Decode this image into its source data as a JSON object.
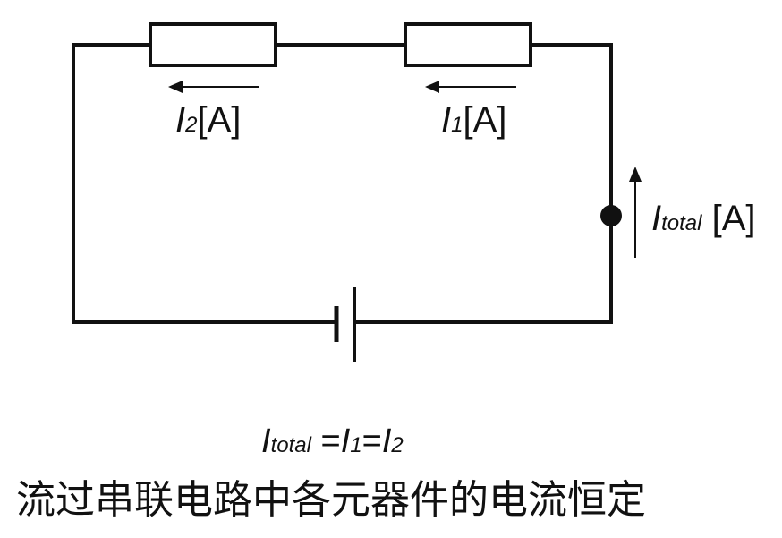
{
  "labels": {
    "i2": {
      "symbol": "I",
      "sub": "2",
      "unit": "[A]"
    },
    "i1": {
      "symbol": "I",
      "sub": "1",
      "unit": "[A]"
    },
    "itotal": {
      "symbol": "I",
      "sub": "total",
      "unit": "[A]"
    }
  },
  "formula": {
    "lhs_symbol": "I",
    "lhs_sub": "total",
    "eq1": " =",
    "s1": "I",
    "sub1": "1",
    "eq2": "=",
    "s2": "I",
    "sub2": "2"
  },
  "caption": "流过串联电路中各元器件的电流恒定"
}
